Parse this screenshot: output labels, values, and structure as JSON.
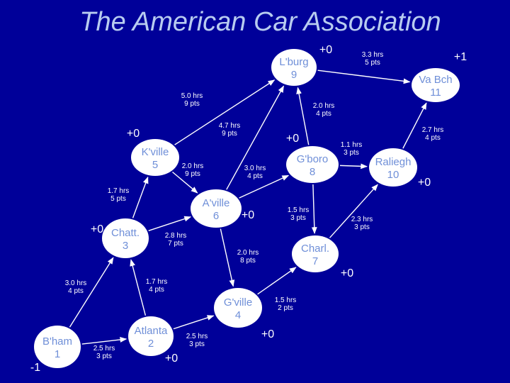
{
  "title": "The American Car Association",
  "colors": {
    "background": "#000099",
    "title": "#b8ccf0",
    "node_fill": "#ffffff",
    "node_text": "#6f8fd8",
    "edge": "#ffffff",
    "label": "#ffffff"
  },
  "nodes": [
    {
      "id": "lburg",
      "name": "L'burg",
      "score": "9",
      "delta": "+0"
    },
    {
      "id": "vabch",
      "name": "Va Bch",
      "score": "11",
      "delta": "+1"
    },
    {
      "id": "kville",
      "name": "K'ville",
      "score": "5",
      "delta": "+0"
    },
    {
      "id": "gboro",
      "name": "G'boro",
      "score": "8",
      "delta": "+0"
    },
    {
      "id": "raleigh",
      "name": "Raliegh",
      "score": "10",
      "delta": "+0"
    },
    {
      "id": "aville",
      "name": "A'ville",
      "score": "6",
      "delta": "+0"
    },
    {
      "id": "chatt",
      "name": "Chatt.",
      "score": "3",
      "delta": "+0"
    },
    {
      "id": "charl",
      "name": "Charl.",
      "score": "7",
      "delta": "+0"
    },
    {
      "id": "gville",
      "name": "G'ville",
      "score": "4",
      "delta": "+0"
    },
    {
      "id": "atlanta",
      "name": "Atlanta",
      "score": "2",
      "delta": "+0"
    },
    {
      "id": "bham",
      "name": "B'ham",
      "score": "1",
      "delta": "-1"
    }
  ],
  "edges": [
    {
      "from": "bham",
      "to": "chatt",
      "hrs": "3.0 hrs",
      "pts": "4 pts"
    },
    {
      "from": "bham",
      "to": "atlanta",
      "hrs": "2.5 hrs",
      "pts": "3 pts"
    },
    {
      "from": "atlanta",
      "to": "chatt",
      "hrs": "1.7 hrs",
      "pts": "4 pts"
    },
    {
      "from": "atlanta",
      "to": "gville",
      "hrs": "2.5 hrs",
      "pts": "3 pts"
    },
    {
      "from": "chatt",
      "to": "kville",
      "hrs": "1.7 hrs",
      "pts": "5 pts"
    },
    {
      "from": "chatt",
      "to": "aville",
      "hrs": "2.8 hrs",
      "pts": "7 pts"
    },
    {
      "from": "kville",
      "to": "lburg",
      "hrs": "5.0 hrs",
      "pts": "9 pts"
    },
    {
      "from": "kville",
      "to": "aville",
      "hrs": "2.0 hrs",
      "pts": "9 pts"
    },
    {
      "from": "aville",
      "to": "lburg",
      "hrs": "4.7 hrs",
      "pts": "9 pts"
    },
    {
      "from": "aville",
      "to": "gboro",
      "hrs": "3.0 hrs",
      "pts": "4 pts"
    },
    {
      "from": "aville",
      "to": "gville",
      "hrs": "2.0 hrs",
      "pts": "8 pts"
    },
    {
      "from": "gboro",
      "to": "lburg",
      "hrs": "2.0 hrs",
      "pts": "4 pts"
    },
    {
      "from": "gboro",
      "to": "raleigh",
      "hrs": "1.1 hrs",
      "pts": "3 pts"
    },
    {
      "from": "gboro",
      "to": "charl",
      "hrs": "1.5 hrs",
      "pts": "3 pts"
    },
    {
      "from": "lburg",
      "to": "vabch",
      "hrs": "3.3 hrs",
      "pts": "5 pts"
    },
    {
      "from": "raleigh",
      "to": "vabch",
      "hrs": "2.7 hrs",
      "pts": "4 pts"
    },
    {
      "from": "charl",
      "to": "raleigh",
      "hrs": "2.3 hrs",
      "pts": "3 pts"
    },
    {
      "from": "gville",
      "to": "charl",
      "hrs": "1.5 hrs",
      "pts": "2 pts"
    }
  ]
}
